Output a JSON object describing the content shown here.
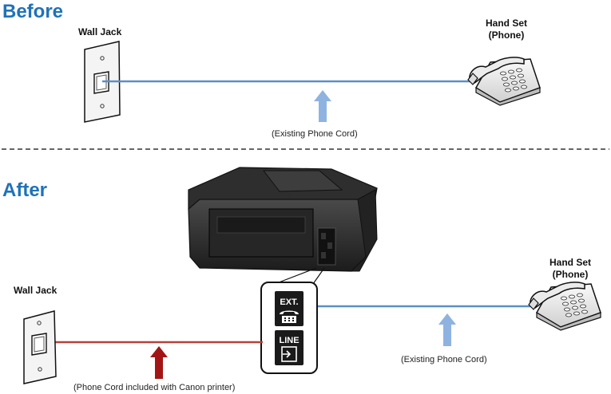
{
  "before": {
    "title": "Before",
    "wall_jack_label": "Wall Jack",
    "handset_label_line1": "Hand Set",
    "handset_label_line2": "(Phone)",
    "cord_caption": "(Existing Phone Cord)"
  },
  "after": {
    "title": "After",
    "wall_jack_label": "Wall Jack",
    "handset_label_line1": "Hand Set",
    "handset_label_line2": "(Phone)",
    "phone_cord_caption": "(Existing Phone Cord)",
    "canon_cord_caption": "(Phone Cord included with Canon printer)",
    "port_ext_label": "EXT.",
    "port_line_label": "LINE"
  },
  "colors": {
    "title_blue": "#1f72b8",
    "phone_line_blue": "#5b8fc7",
    "arrow_blue": "#8fb3e0",
    "canon_line_red": "#b5423a",
    "arrow_red": "#a31515"
  },
  "icons": [
    "wall-jack-icon",
    "telephone-icon",
    "printer-icon",
    "ext-port-icon",
    "line-port-icon",
    "up-arrow-icon"
  ]
}
